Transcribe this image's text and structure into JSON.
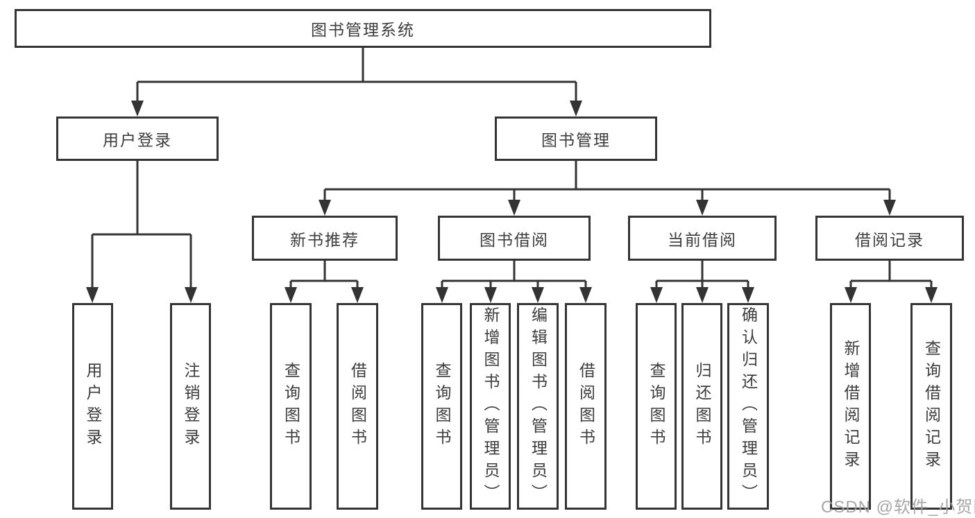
{
  "tree": {
    "root": {
      "label": "图书管理系统"
    },
    "children": [
      {
        "label": "用户登录",
        "children": [
          {
            "label": "用户登录"
          },
          {
            "label": "注销登录"
          }
        ]
      },
      {
        "label": "图书管理",
        "children": [
          {
            "label": "新书推荐",
            "children": [
              {
                "label": "查询图书"
              },
              {
                "label": "借阅图书"
              }
            ]
          },
          {
            "label": "图书借阅",
            "children": [
              {
                "label": "查询图书"
              },
              {
                "label": "新增图书（管理员）"
              },
              {
                "label": "编辑图书（管理员）"
              },
              {
                "label": "借阅图书"
              }
            ]
          },
          {
            "label": "当前借阅",
            "children": [
              {
                "label": "查询图书"
              },
              {
                "label": "归还图书"
              },
              {
                "label": "确认归还（管理员）"
              }
            ]
          },
          {
            "label": "借阅记录",
            "children": [
              {
                "label": "新增借阅记录"
              },
              {
                "label": "查询借阅记录"
              }
            ]
          }
        ]
      }
    ]
  },
  "watermark": "CSDN @软件_小贺同学",
  "colors": {
    "line": "#333333",
    "border": "#343434",
    "text": "#3c3c3c",
    "watermark": "#a2a2a2",
    "background": "#ffffff"
  }
}
